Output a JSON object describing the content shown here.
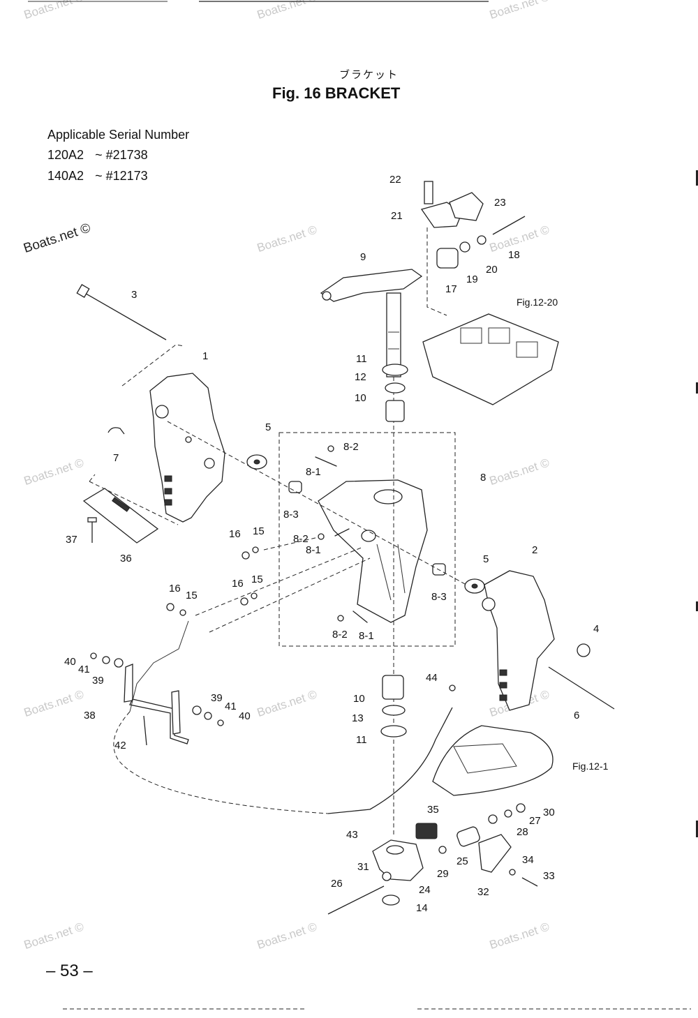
{
  "header": {
    "jp_title": "ブラケット",
    "fig_title": "Fig. 16   BRACKET"
  },
  "serial": {
    "heading": "Applicable Serial Number",
    "rows": [
      {
        "model": "120A2",
        "range": "~ #21738"
      },
      {
        "model": "140A2",
        "range": "~ #12173"
      }
    ]
  },
  "page_number": "– 53 –",
  "watermark": "Boats.net ©",
  "figure_refs": [
    "Fig.12-20",
    "Fig.12-1"
  ],
  "callouts": [
    "1",
    "2",
    "3",
    "4",
    "5",
    "5",
    "6",
    "7",
    "8",
    "8-1",
    "8-1",
    "8-1",
    "8-2",
    "8-2",
    "8-2",
    "8-3",
    "8-3",
    "9",
    "10",
    "10",
    "11",
    "11",
    "12",
    "13",
    "14",
    "15",
    "15",
    "15",
    "16",
    "16",
    "16",
    "17",
    "18",
    "19",
    "20",
    "21",
    "22",
    "23",
    "24",
    "25",
    "26",
    "27",
    "28",
    "29",
    "30",
    "31",
    "32",
    "33",
    "34",
    "35",
    "36",
    "37",
    "38",
    "39",
    "39",
    "40",
    "40",
    "41",
    "41",
    "42",
    "43",
    "44"
  ]
}
